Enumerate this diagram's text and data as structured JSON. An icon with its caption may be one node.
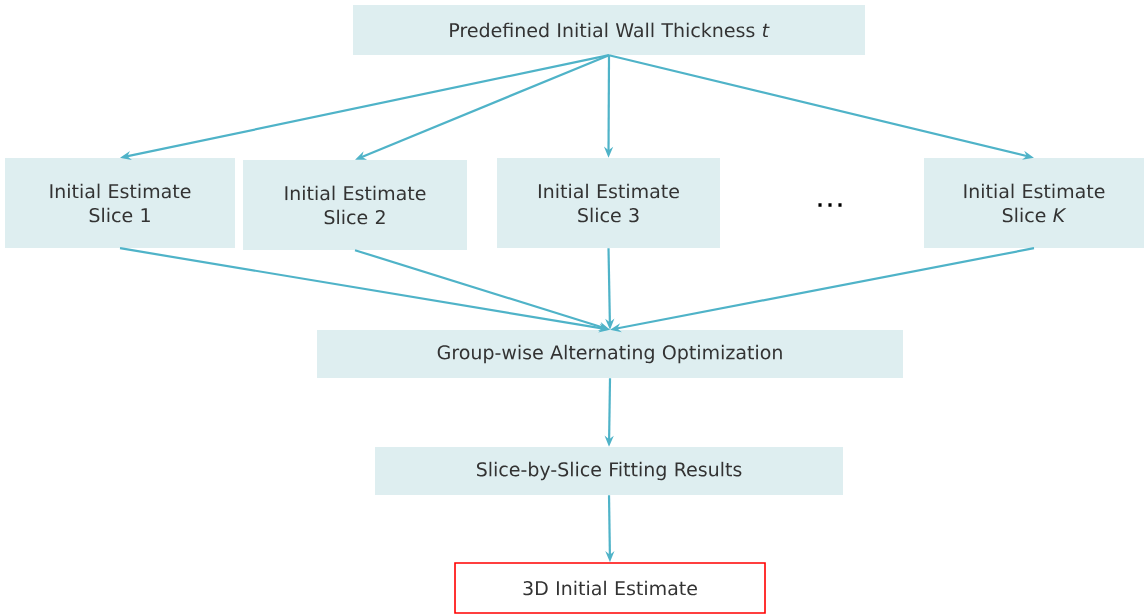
{
  "diagram": {
    "nodes": [
      {
        "text": [
          "Predefined Initial Wall Thickness *t*"
        ]
      },
      {
        "text": [
          "Initial Estimate Slice 1"
        ]
      },
      {
        "text": [
          "Initial Estimate Slice 2"
        ]
      },
      {
        "text": [
          "Initial Estimate Slice 3"
        ]
      },
      {
        "text": [
          "Initial Estimate Slice *K*"
        ]
      },
      {
        "text": [
          "Group-wise Alternating Optimization"
        ]
      },
      {
        "text": [
          "Slice-by-Slice Fitting Results"
        ]
      },
      {
        "text": [
          "3D Initial Estimate"
        ]
      }
    ],
    "edges": [
      {
        "from": 0,
        "to": 1,
        "arrow": "to"
      },
      {
        "from": 0,
        "to": 2,
        "arrow": "to"
      },
      {
        "from": 0,
        "to": 3,
        "arrow": "to"
      },
      {
        "from": 0,
        "to": 4,
        "arrow": "to"
      },
      {
        "from": 1,
        "to": 5,
        "arrow": "to"
      },
      {
        "from": 2,
        "to": 5,
        "arrow": "to"
      },
      {
        "from": 3,
        "to": 5,
        "arrow": "to"
      },
      {
        "from": 4,
        "to": 5,
        "arrow": "to"
      },
      {
        "from": 5,
        "to": 6,
        "arrow": "to"
      },
      {
        "from": 6,
        "to": 7,
        "arrow": "to"
      }
    ],
    "labels": [
      "…"
    ]
  }
}
